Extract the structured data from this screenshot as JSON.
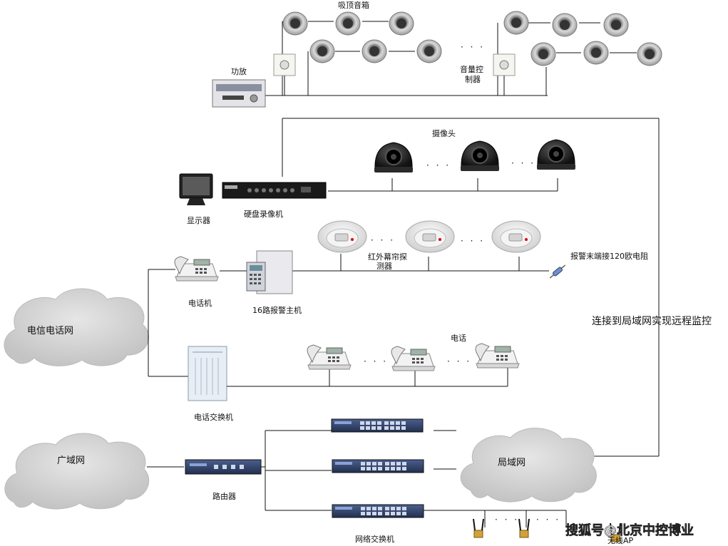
{
  "labels": {
    "ceiling_speakers": "吸顶音箱",
    "amplifier": "功放",
    "volume_control": "音量控",
    "volume_control_line2": "制器",
    "camera": "摄像头",
    "monitor": "显示器",
    "dvr": "硬盘录像机",
    "infrared_detector": "红外幕帘探",
    "infrared_detector_line2": "测器",
    "end_resistor": "报警末端接120欧电阻",
    "telephone": "电话机",
    "alarm_host": "16路报警主机",
    "pstn_cloud": "电信电话网",
    "pbx": "电话交换机",
    "phones": "电话",
    "wan_cloud": "广域网",
    "router": "路由器",
    "lan_cloud": "局域网",
    "network_switch": "网络交换机",
    "wireless_ap": "无线AP",
    "remote_monitoring": "连接到局域网实现远程监控"
  },
  "ellipsis": "· · ·",
  "watermark": "搜狐号@北京中控博业"
}
